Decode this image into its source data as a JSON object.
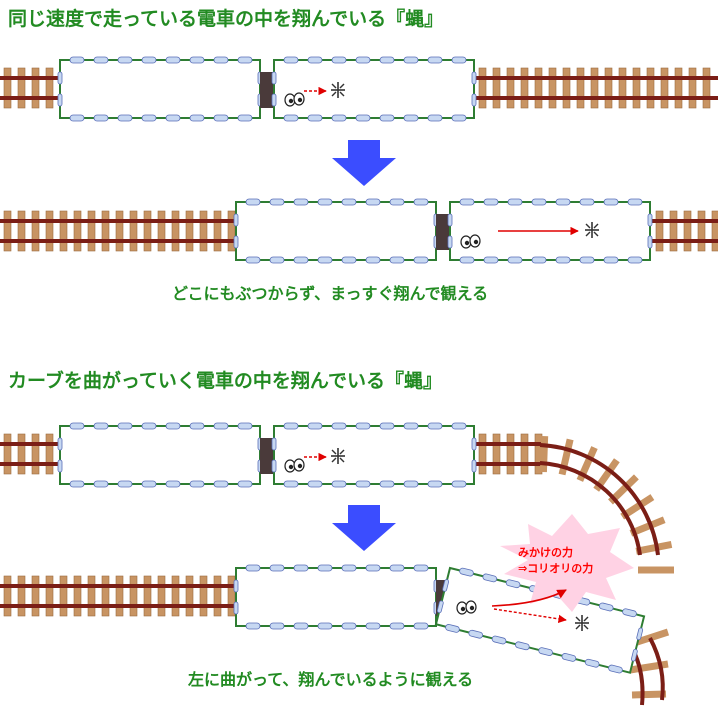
{
  "section1": {
    "heading": "同じ速度で走っている電車の中を翔んでいる『蝿』",
    "caption": "どこにもぶつからず、まっすぐ翔んで観える"
  },
  "section2": {
    "heading": "カーブを曲がっていく電車の中を翔んでいる『蝿』",
    "caption": "左に曲がって、翔んでいるように観える",
    "burst_line1": "みかけの力",
    "burst_line2": "⇒コリオリの力"
  },
  "colors": {
    "heading": "#228b22",
    "rail": "#7b1e16",
    "sleeper": "#c89463",
    "car_border": "#2e7d32",
    "window": "#c7d8f2",
    "arrow_down": "#3b4dff",
    "fly_arrow": "#e00000",
    "burst": "#ffd2e4"
  },
  "icons": [
    "fly-icon",
    "eyes-icon",
    "down-arrow-icon",
    "burst-icon"
  ]
}
